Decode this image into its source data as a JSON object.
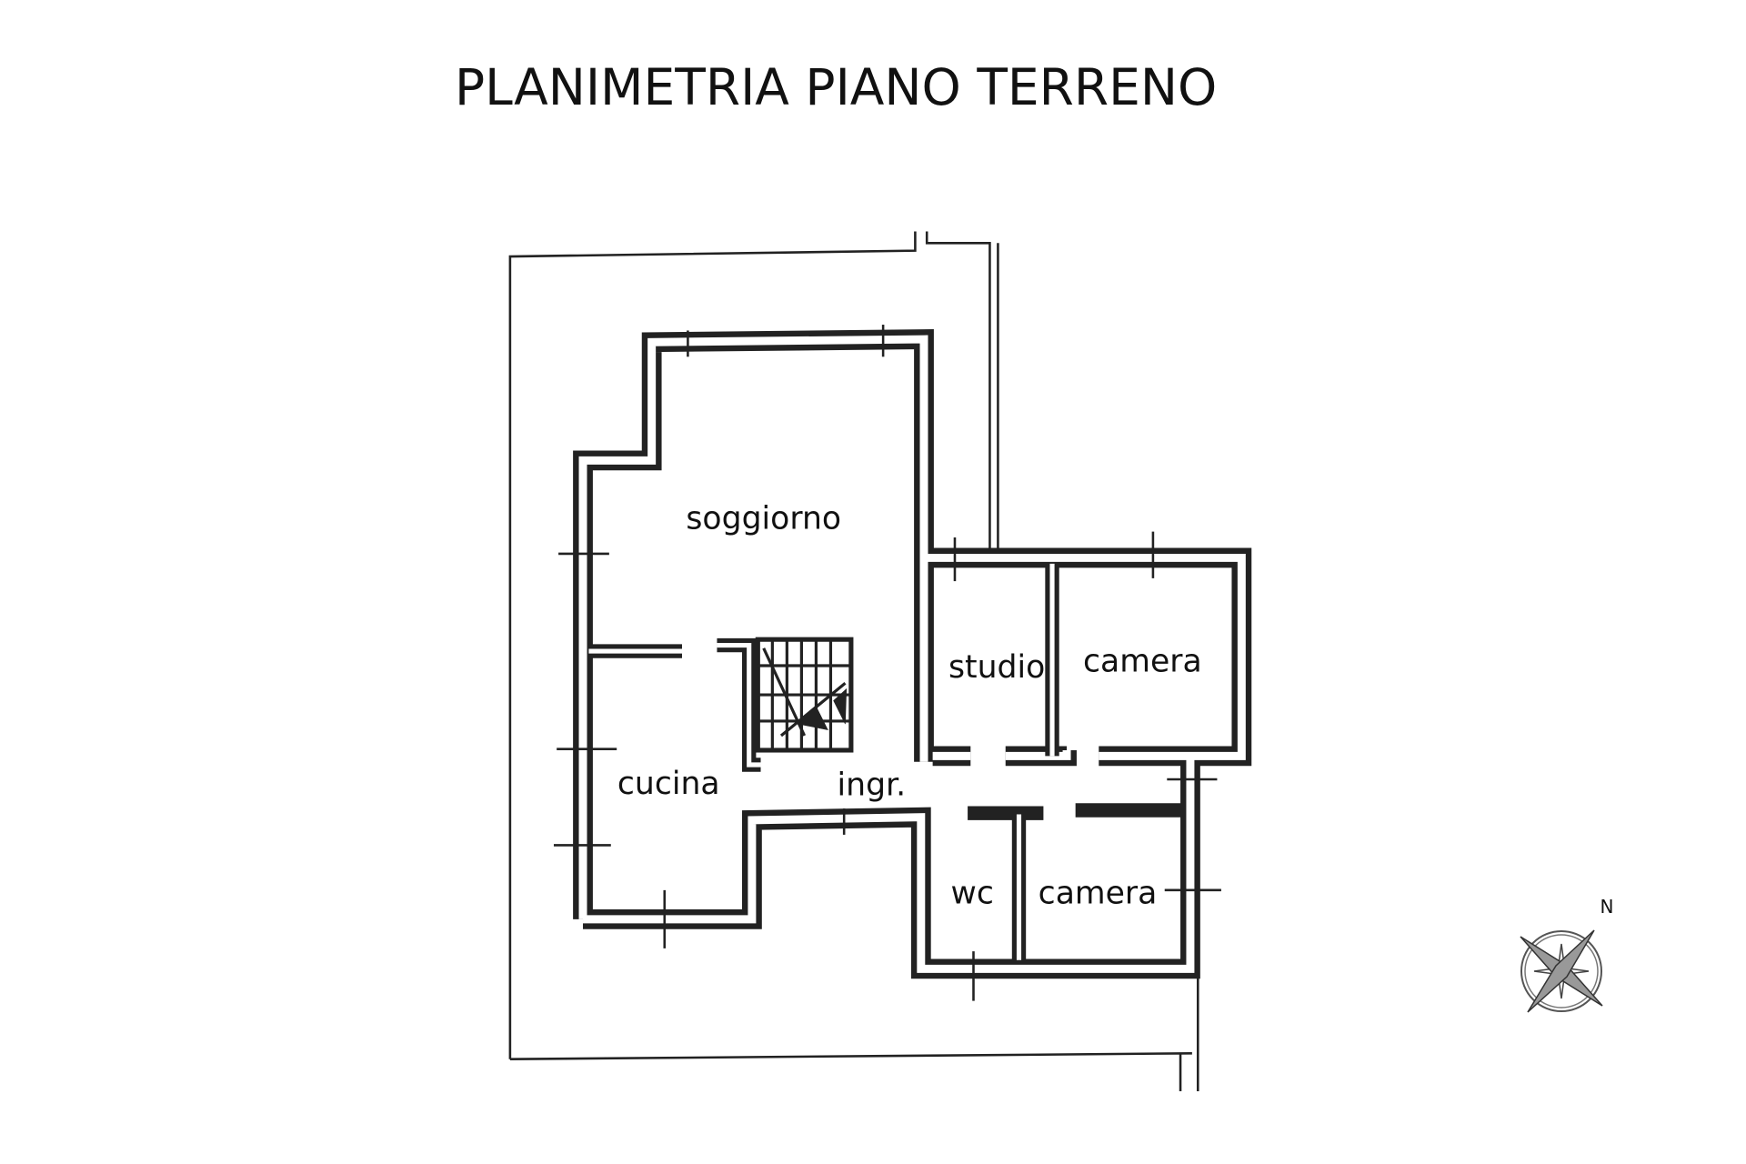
{
  "title": "PLANIMETRIA PIANO TERRENO",
  "rooms": {
    "soggiorno": "soggiorno",
    "cucina": "cucina",
    "ingresso": "ingr.",
    "studio": "studio",
    "camera1": "camera",
    "camera2": "camera",
    "wc": "wc"
  },
  "compass": {
    "north_label": "N"
  },
  "colors": {
    "ink": "#222222",
    "background": "#ffffff"
  }
}
